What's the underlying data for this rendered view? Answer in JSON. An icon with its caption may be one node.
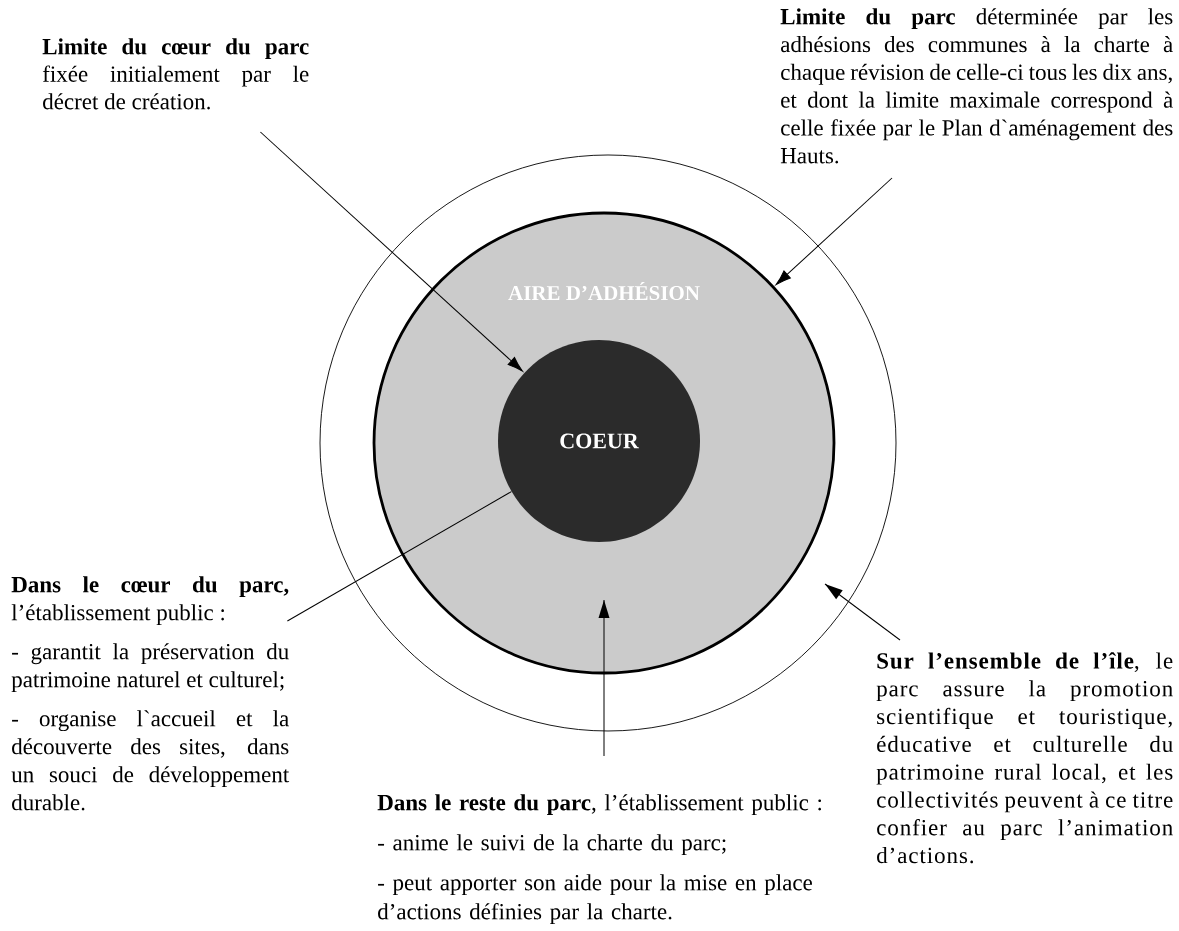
{
  "diagram": {
    "nodes": [
      {
        "text": [],
        "shape": "circle"
      },
      {
        "text": [
          "AIRE D’ADHÉSION"
        ],
        "in": 0
      },
      {
        "text": [
          "COEUR"
        ],
        "in": 1
      },
      {
        "text": [
          "**Limite du cœur du parc** fixée initialement par le décret de création."
        ]
      },
      {
        "text": [
          "**Limite du parc** déterminée par les adhésions des communes à la charte à chaque révision de celle-ci tous les dix ans, et dont la limite maximale correspond à celle fixée par le Plan d`aménagement des Hauts."
        ]
      },
      {
        "text": [
          "**Dans le cœur du parc,** l’établissement public :",
          "- garantit la préservation du patrimoine naturel et culturel;",
          "- organise l`accueil et la découverte des sites, dans un souci de développement durable."
        ]
      },
      {
        "text": [
          "**Dans le reste du parc**, l’établissement public :",
          "- anime le suivi de la charte du parc;",
          "- peut apporter son aide pour la mise en place d’actions définies par la charte."
        ]
      },
      {
        "text": [
          "**Sur l’ensemble de l’île**, le parc assure la promotion scientifique et touristique, éducative et culturelle du patrimoine rural local, et les collectivités peuvent à ce titre confier au parc l’animation d’actions."
        ]
      }
    ],
    "edges": [
      {
        "from": 3,
        "to": 2,
        "arrow": "to"
      },
      {
        "from": 4,
        "to": 1,
        "arrow": "to"
      },
      {
        "from": 5,
        "to": 2,
        "arrow": "none"
      },
      {
        "from": 6,
        "to": 1,
        "arrow": "to"
      },
      {
        "from": 7,
        "to": 0,
        "arrow": "to"
      }
    ]
  }
}
